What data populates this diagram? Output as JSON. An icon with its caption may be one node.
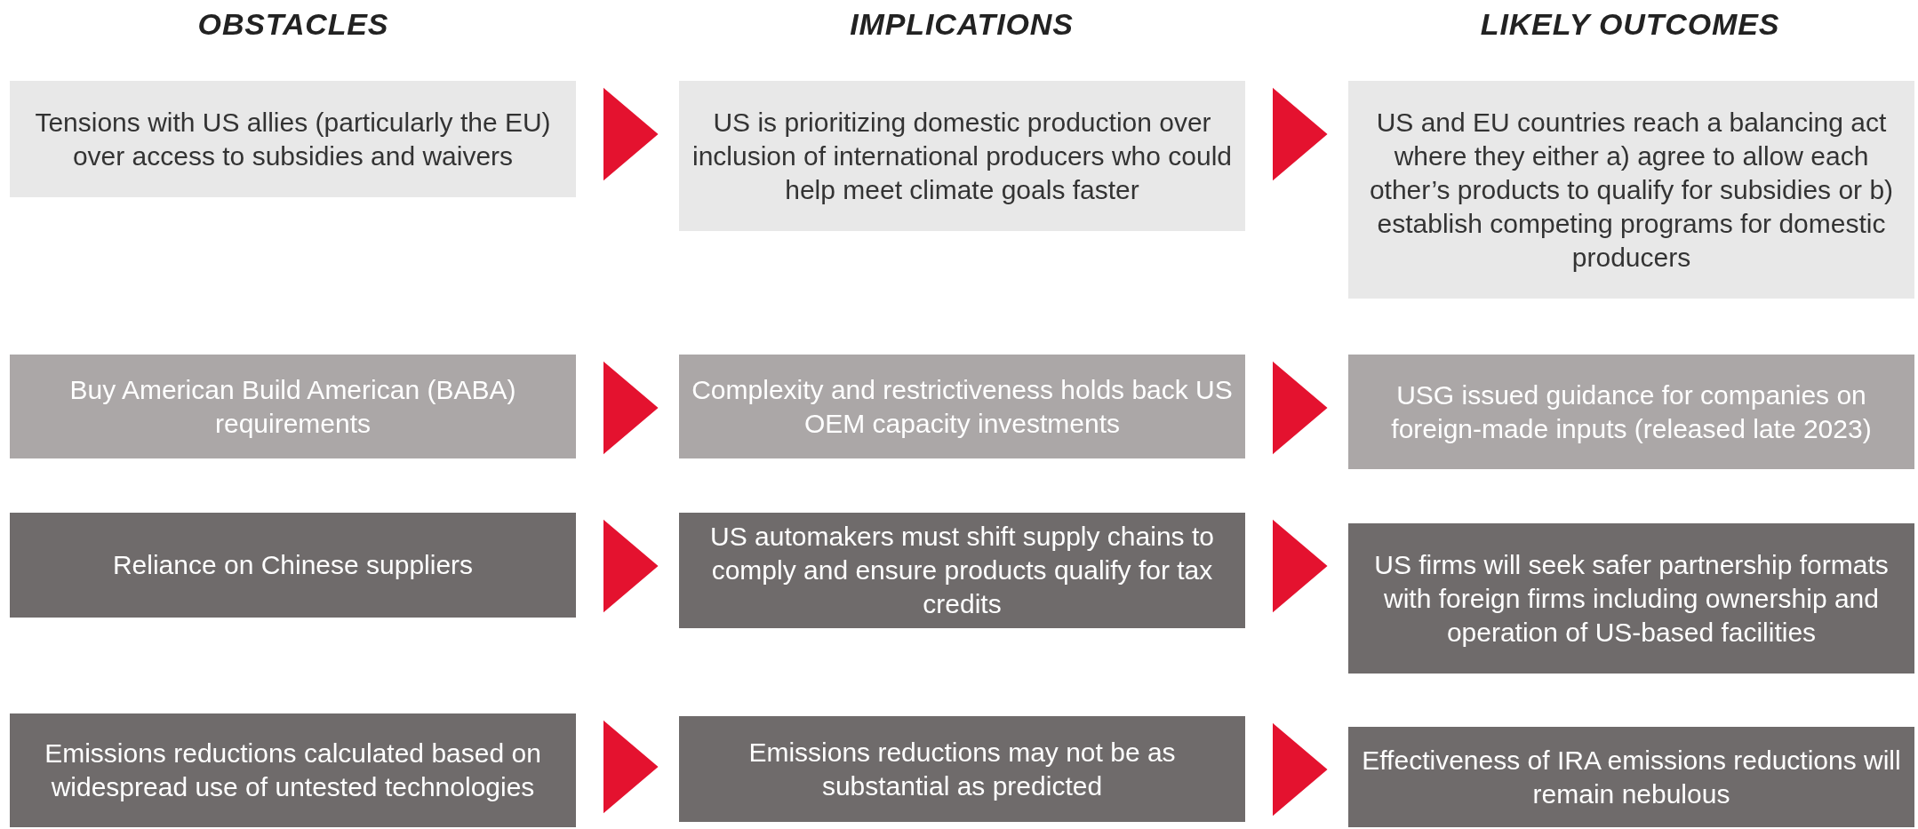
{
  "diagram": {
    "nodes": [
      {
        "text": [
          "Tensions with US allies (particularly the EU) over access to subsidies and waivers"
        ]
      },
      {
        "text": [
          "US is prioritizing domestic production over inclusion of international producers who could help meet climate goals faster"
        ]
      },
      {
        "text": [
          "US and EU countries reach a balancing act where they either a) agree to allow each other’s products to qualify for subsidies or b) establish competing programs for domestic producers"
        ]
      },
      {
        "text": [
          "Buy American Build American (BABA) requirements"
        ]
      },
      {
        "text": [
          "Complexity and restrictiveness holds back US OEM capacity investments"
        ]
      },
      {
        "text": [
          "USG issued guidance for companies on foreign-made inputs (released late 2023)"
        ]
      },
      {
        "text": [
          "Reliance on Chinese suppliers"
        ]
      },
      {
        "text": [
          "US automakers must shift supply chains to comply and ensure products qualify for tax credits"
        ]
      },
      {
        "text": [
          "US firms will seek safer partnership formats with foreign firms including ownership and operation of US-based facilities"
        ]
      },
      {
        "text": [
          "Emissions reductions calculated based on widespread use of untested technologies"
        ]
      },
      {
        "text": [
          "Emissions reductions may not be as substantial as predicted"
        ]
      },
      {
        "text": [
          "Effectiveness of IRA emissions reductions will remain nebulous"
        ]
      }
    ],
    "edges": [
      {
        "from": 0,
        "to": 1,
        "arrow": "to"
      },
      {
        "from": 1,
        "to": 2,
        "arrow": "to"
      },
      {
        "from": 3,
        "to": 4,
        "arrow": "to"
      },
      {
        "from": 4,
        "to": 5,
        "arrow": "to"
      },
      {
        "from": 6,
        "to": 7,
        "arrow": "to"
      },
      {
        "from": 7,
        "to": 8,
        "arrow": "to"
      },
      {
        "from": 9,
        "to": 10,
        "arrow": "to"
      },
      {
        "from": 10,
        "to": 11,
        "arrow": "to"
      }
    ],
    "labels": [
      "OBSTACLES",
      "IMPLICATIONS",
      "LIKELY OUTCOMES"
    ]
  }
}
